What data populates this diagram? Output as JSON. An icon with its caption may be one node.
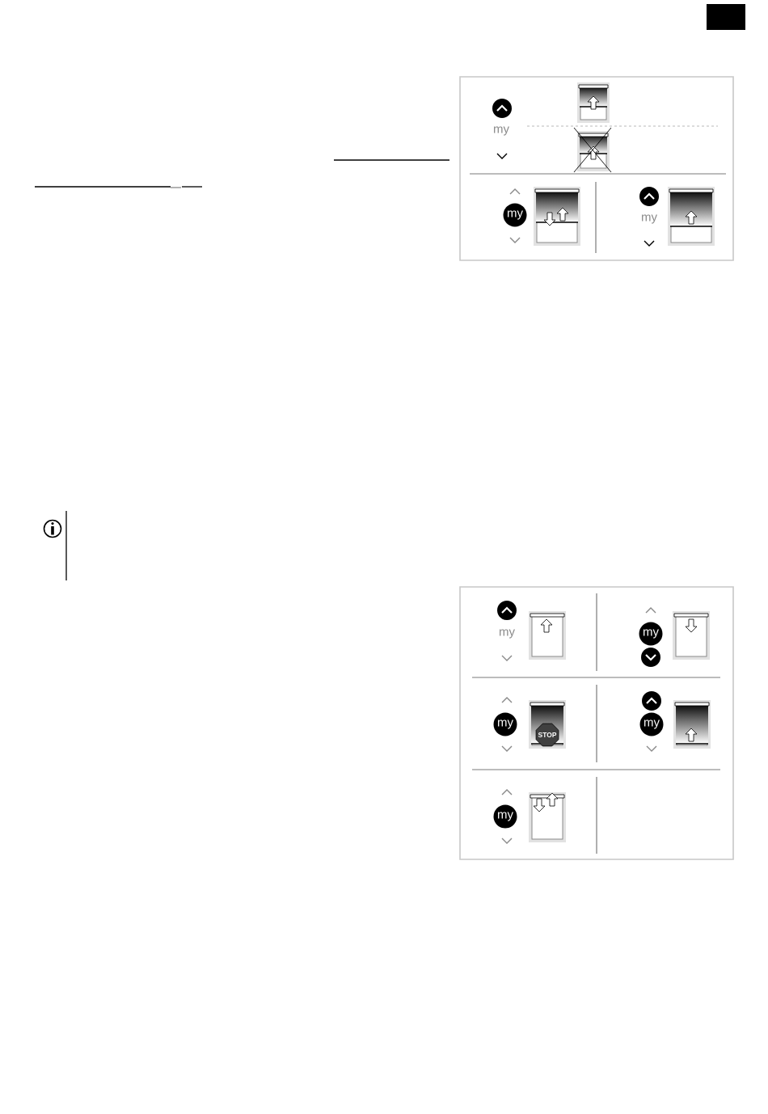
{
  "diagram": {
    "nodes": [
      {
        "text": [
          "my"
        ]
      },
      {
        "text": [
          "my"
        ]
      },
      {
        "text": [
          "my"
        ]
      },
      {
        "text": [
          "my"
        ]
      },
      {
        "text": [
          "my"
        ]
      }
    ],
    "labels": [
      "my",
      "my",
      "my",
      "STOP"
    ]
  }
}
